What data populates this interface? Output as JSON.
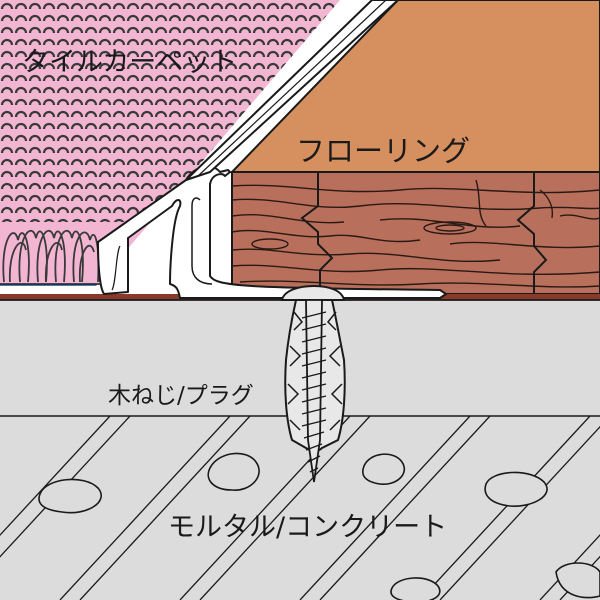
{
  "labels": {
    "tile_carpet": "タイルカーペット",
    "flooring": "フローリング",
    "screw_plug": "木ねじ/プラグ",
    "mortar_concrete": "モルタル/コンクリート"
  },
  "colors": {
    "carpet_pink": "#f2b6d2",
    "carpet_pattern": "#3a3a3a",
    "carpet_base": "#4a7da3",
    "flooring_top": "#d68f5e",
    "wood": "#b86f5c",
    "wood_grain": "#2a1a14",
    "concrete_top": "#dcdcdc",
    "concrete_lower": "#dadada",
    "profile": "#ffffff",
    "screw_plug": "#e8e8e8",
    "outline": "#1a1a1a"
  }
}
